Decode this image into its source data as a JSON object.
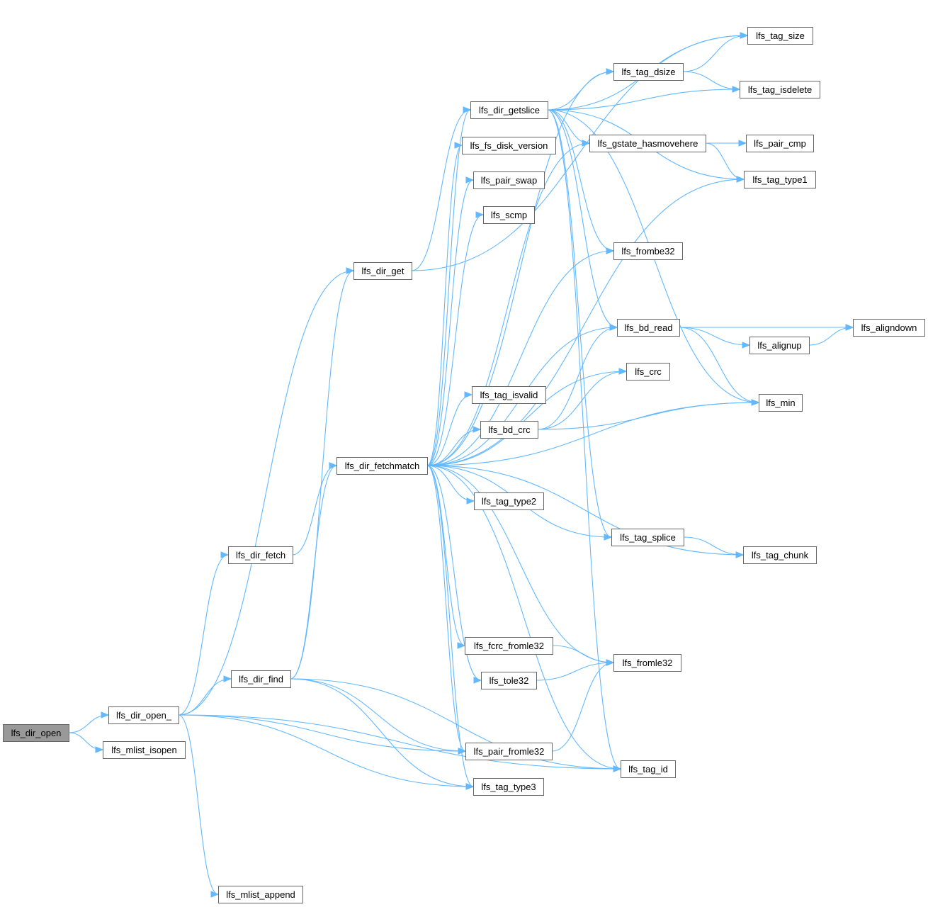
{
  "diagram": {
    "colors": {
      "edge": "#63b8ff",
      "node_border": "#666666",
      "node_fill": "#ffffff",
      "root_fill": "#999999",
      "text": "#000000"
    },
    "nodes": [
      {
        "id": "lfs_dir_open",
        "label": "lfs_dir_open",
        "root": true
      },
      {
        "id": "lfs_dir_open_",
        "label": "lfs_dir_open_"
      },
      {
        "id": "lfs_mlist_isopen",
        "label": "lfs_mlist_isopen"
      },
      {
        "id": "lfs_dir_get",
        "label": "lfs_dir_get"
      },
      {
        "id": "lfs_dir_fetch",
        "label": "lfs_dir_fetch"
      },
      {
        "id": "lfs_dir_find",
        "label": "lfs_dir_find"
      },
      {
        "id": "lfs_mlist_append",
        "label": "lfs_mlist_append"
      },
      {
        "id": "lfs_dir_fetchmatch",
        "label": "lfs_dir_fetchmatch"
      },
      {
        "id": "lfs_dir_getslice",
        "label": "lfs_dir_getslice"
      },
      {
        "id": "lfs_fs_disk_version",
        "label": "lfs_fs_disk_version"
      },
      {
        "id": "lfs_pair_swap",
        "label": "lfs_pair_swap"
      },
      {
        "id": "lfs_scmp",
        "label": "lfs_scmp"
      },
      {
        "id": "lfs_tag_isvalid",
        "label": "lfs_tag_isvalid"
      },
      {
        "id": "lfs_bd_crc",
        "label": "lfs_bd_crc"
      },
      {
        "id": "lfs_tag_type2",
        "label": "lfs_tag_type2"
      },
      {
        "id": "lfs_fcrc_fromle32",
        "label": "lfs_fcrc_fromle32"
      },
      {
        "id": "lfs_tole32",
        "label": "lfs_tole32"
      },
      {
        "id": "lfs_pair_fromle32",
        "label": "lfs_pair_fromle32"
      },
      {
        "id": "lfs_tag_type3",
        "label": "lfs_tag_type3"
      },
      {
        "id": "lfs_tag_dsize",
        "label": "lfs_tag_dsize"
      },
      {
        "id": "lfs_gstate_hasmovehere",
        "label": "lfs_gstate_hasmovehere"
      },
      {
        "id": "lfs_frombe32",
        "label": "lfs_frombe32"
      },
      {
        "id": "lfs_bd_read",
        "label": "lfs_bd_read"
      },
      {
        "id": "lfs_crc",
        "label": "lfs_crc"
      },
      {
        "id": "lfs_tag_splice",
        "label": "lfs_tag_splice"
      },
      {
        "id": "lfs_fromle32",
        "label": "lfs_fromle32"
      },
      {
        "id": "lfs_tag_id",
        "label": "lfs_tag_id"
      },
      {
        "id": "lfs_tag_size",
        "label": "lfs_tag_size"
      },
      {
        "id": "lfs_tag_isdelete",
        "label": "lfs_tag_isdelete"
      },
      {
        "id": "lfs_pair_cmp",
        "label": "lfs_pair_cmp"
      },
      {
        "id": "lfs_tag_type1",
        "label": "lfs_tag_type1"
      },
      {
        "id": "lfs_alignup",
        "label": "lfs_alignup"
      },
      {
        "id": "lfs_min",
        "label": "lfs_min"
      },
      {
        "id": "lfs_tag_chunk",
        "label": "lfs_tag_chunk"
      },
      {
        "id": "lfs_aligndown",
        "label": "lfs_aligndown"
      }
    ],
    "edges": [
      [
        "lfs_dir_open",
        "lfs_dir_open_"
      ],
      [
        "lfs_dir_open",
        "lfs_mlist_isopen"
      ],
      [
        "lfs_dir_open_",
        "lfs_dir_get"
      ],
      [
        "lfs_dir_open_",
        "lfs_dir_fetch"
      ],
      [
        "lfs_dir_open_",
        "lfs_dir_find"
      ],
      [
        "lfs_dir_open_",
        "lfs_mlist_append"
      ],
      [
        "lfs_dir_open_",
        "lfs_pair_fromle32"
      ],
      [
        "lfs_dir_open_",
        "lfs_tag_type3"
      ],
      [
        "lfs_dir_open_",
        "lfs_tag_id"
      ],
      [
        "lfs_dir_get",
        "lfs_dir_getslice"
      ],
      [
        "lfs_dir_get",
        "lfs_tag_size"
      ],
      [
        "lfs_dir_fetch",
        "lfs_dir_fetchmatch"
      ],
      [
        "lfs_dir_find",
        "lfs_dir_get"
      ],
      [
        "lfs_dir_find",
        "lfs_dir_fetchmatch"
      ],
      [
        "lfs_dir_find",
        "lfs_pair_fromle32"
      ],
      [
        "lfs_dir_find",
        "lfs_tag_type3"
      ],
      [
        "lfs_dir_find",
        "lfs_tag_id"
      ],
      [
        "lfs_dir_fetchmatch",
        "lfs_dir_getslice"
      ],
      [
        "lfs_dir_fetchmatch",
        "lfs_fs_disk_version"
      ],
      [
        "lfs_dir_fetchmatch",
        "lfs_pair_swap"
      ],
      [
        "lfs_dir_fetchmatch",
        "lfs_scmp"
      ],
      [
        "lfs_dir_fetchmatch",
        "lfs_tag_isvalid"
      ],
      [
        "lfs_dir_fetchmatch",
        "lfs_bd_crc"
      ],
      [
        "lfs_dir_fetchmatch",
        "lfs_tag_type2"
      ],
      [
        "lfs_dir_fetchmatch",
        "lfs_fcrc_fromle32"
      ],
      [
        "lfs_dir_fetchmatch",
        "lfs_tole32"
      ],
      [
        "lfs_dir_fetchmatch",
        "lfs_pair_fromle32"
      ],
      [
        "lfs_dir_fetchmatch",
        "lfs_tag_type3"
      ],
      [
        "lfs_dir_fetchmatch",
        "lfs_tag_dsize"
      ],
      [
        "lfs_dir_fetchmatch",
        "lfs_gstate_hasmovehere"
      ],
      [
        "lfs_dir_fetchmatch",
        "lfs_frombe32"
      ],
      [
        "lfs_dir_fetchmatch",
        "lfs_bd_read"
      ],
      [
        "lfs_dir_fetchmatch",
        "lfs_crc"
      ],
      [
        "lfs_dir_fetchmatch",
        "lfs_tag_type1"
      ],
      [
        "lfs_dir_fetchmatch",
        "lfs_min"
      ],
      [
        "lfs_dir_fetchmatch",
        "lfs_tag_splice"
      ],
      [
        "lfs_dir_fetchmatch",
        "lfs_tag_chunk"
      ],
      [
        "lfs_dir_fetchmatch",
        "lfs_fromle32"
      ],
      [
        "lfs_dir_fetchmatch",
        "lfs_tag_id"
      ],
      [
        "lfs_dir_getslice",
        "lfs_tag_size"
      ],
      [
        "lfs_dir_getslice",
        "lfs_tag_dsize"
      ],
      [
        "lfs_dir_getslice",
        "lfs_tag_isdelete"
      ],
      [
        "lfs_dir_getslice",
        "lfs_gstate_hasmovehere"
      ],
      [
        "lfs_dir_getslice",
        "lfs_tag_type1"
      ],
      [
        "lfs_dir_getslice",
        "lfs_frombe32"
      ],
      [
        "lfs_dir_getslice",
        "lfs_bd_read"
      ],
      [
        "lfs_dir_getslice",
        "lfs_min"
      ],
      [
        "lfs_dir_getslice",
        "lfs_tag_splice"
      ],
      [
        "lfs_dir_getslice",
        "lfs_tag_id"
      ],
      [
        "lfs_tag_dsize",
        "lfs_tag_size"
      ],
      [
        "lfs_tag_dsize",
        "lfs_tag_isdelete"
      ],
      [
        "lfs_gstate_hasmovehere",
        "lfs_pair_cmp"
      ],
      [
        "lfs_gstate_hasmovehere",
        "lfs_tag_type1"
      ],
      [
        "lfs_bd_read",
        "lfs_aligndown"
      ],
      [
        "lfs_bd_read",
        "lfs_alignup"
      ],
      [
        "lfs_bd_read",
        "lfs_min"
      ],
      [
        "lfs_alignup",
        "lfs_aligndown"
      ],
      [
        "lfs_bd_crc",
        "lfs_bd_read"
      ],
      [
        "lfs_bd_crc",
        "lfs_crc"
      ],
      [
        "lfs_bd_crc",
        "lfs_min"
      ],
      [
        "lfs_tag_splice",
        "lfs_tag_chunk"
      ],
      [
        "lfs_fcrc_fromle32",
        "lfs_fromle32"
      ],
      [
        "lfs_tole32",
        "lfs_fromle32"
      ],
      [
        "lfs_pair_fromle32",
        "lfs_fromle32"
      ]
    ]
  }
}
